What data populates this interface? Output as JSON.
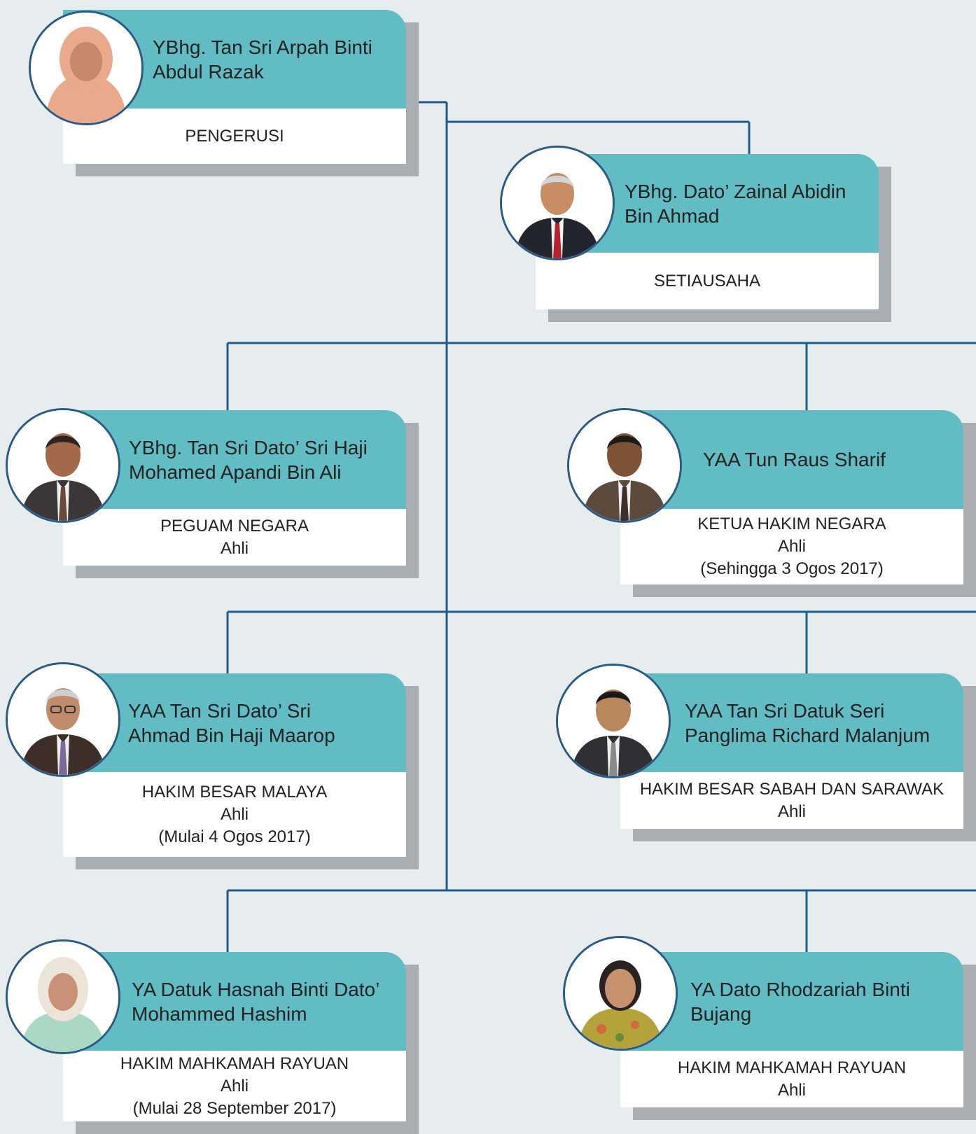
{
  "members": [
    {
      "name_line1": "YBhg. Tan Sri Arpah Binti",
      "name_line2": "Abdul Razak",
      "role": "PENGERUSI",
      "status": "",
      "note": ""
    },
    {
      "name_line1": "YBhg. Dato’ Zainal Abidin",
      "name_line2": "Bin Ahmad",
      "role": "SETIAUSAHA",
      "status": "",
      "note": ""
    },
    {
      "name_line1": "YBhg. Tan Sri Dato’ Sri Haji",
      "name_line2": "Mohamed Apandi Bin Ali",
      "role": "PEGUAM NEGARA",
      "status": "Ahli",
      "note": ""
    },
    {
      "name_line1": "YAA Tun Raus Sharif",
      "name_line2": "",
      "role": "KETUA HAKIM NEGARA",
      "status": "Ahli",
      "note": "(Sehingga 3 Ogos 2017)"
    },
    {
      "name_line1": "YAA Tan Sri Dato’ Sri",
      "name_line2": "Ahmad Bin Haji Maarop",
      "role": "HAKIM BESAR MALAYA",
      "status": "Ahli",
      "note": "(Mulai 4 Ogos 2017)"
    },
    {
      "name_line1": "YAA Tan Sri Datuk Seri",
      "name_line2": "Panglima Richard Malanjum",
      "role": "HAKIM BESAR SABAH DAN SARAWAK",
      "status": "Ahli",
      "note": ""
    },
    {
      "name_line1": "YA Datuk Hasnah Binti Dato’",
      "name_line2": "Mohammed Hashim",
      "role": "HAKIM MAHKAMAH RAYUAN",
      "status": "Ahli",
      "note": "(Mulai 28 September 2017)"
    },
    {
      "name_line1": "YA Dato Rhodzariah Binti",
      "name_line2": "Bujang",
      "role": "HAKIM MAHKAMAH RAYUAN",
      "status": "Ahli",
      "note": ""
    }
  ],
  "colors": {
    "header": "#62bcc4",
    "connector": "#1f5a8c",
    "shadow": "#a9aeb2",
    "background": "#e7ecef"
  }
}
